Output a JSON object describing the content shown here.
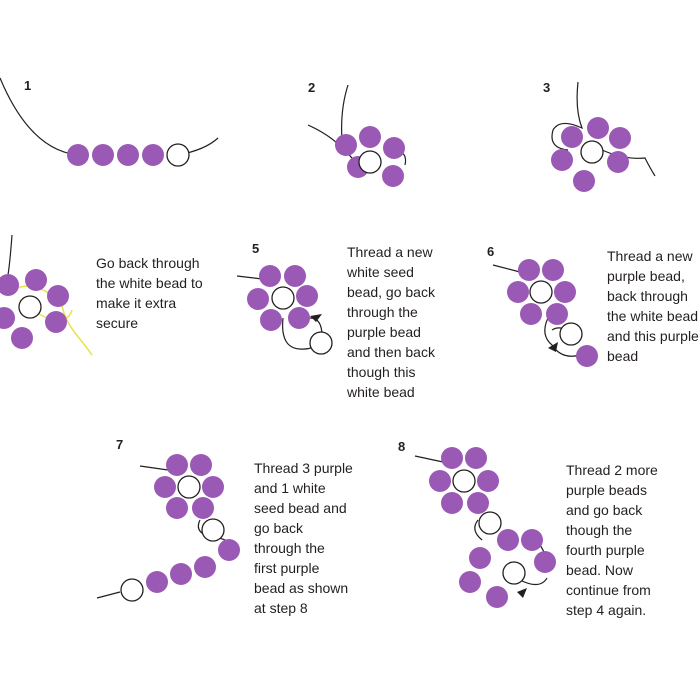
{
  "colors": {
    "purple": "#9b59b6",
    "white_bead": "#ffffff",
    "outline": "#231f20",
    "thread": "#231f20",
    "yellow_thread": "#e6e34a"
  },
  "steps": [
    {
      "number": "1",
      "text": ""
    },
    {
      "number": "2",
      "text": ""
    },
    {
      "number": "3",
      "text": ""
    },
    {
      "number": "",
      "text": "Go back through\nthe white bead to\nmake it extra\nsecure"
    },
    {
      "number": "5",
      "text": "Thread a new\nwhite seed\nbead, go back\nthrough the\npurple bead\nand then back\nthough this\nwhite bead"
    },
    {
      "number": "6",
      "text": "Thread a new\npurple bead,\nback through\nthe white bead\nand this purple\nbead"
    },
    {
      "number": "7",
      "text": "Thread 3 purple\nand 1 white\nseed bead and\ngo back\nthrough the\nfirst purple\nbead as shown\nat step 8"
    },
    {
      "number": "8",
      "text": "Thread 2 more\npurple beads\nand go back\nthough the\nfourth purple\nbead. Now\ncontinue from\nstep 4 again."
    }
  ]
}
